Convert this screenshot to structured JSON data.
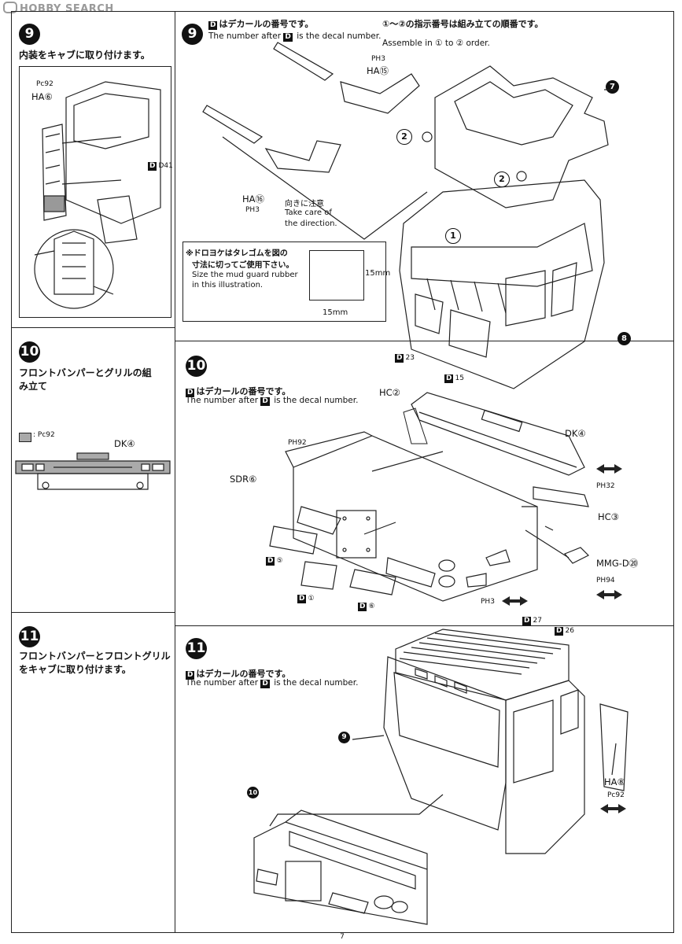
{
  "watermark": "HOBBY SEARCH",
  "page_number": "7",
  "left_column": {
    "step9": {
      "number": "9",
      "text": "内装をキャブに取り付けます。",
      "labels": [
        "Pc92",
        "HA⑥",
        "D41"
      ]
    },
    "step10": {
      "number": "10",
      "text": "フロントバンパーとグリルの組み立て",
      "legend": ": Pc92",
      "label_dk": "DK④"
    },
    "step11": {
      "number": "11",
      "text": "フロントバンパーとフロントグリルをキャブに取り付けます。"
    }
  },
  "step9": {
    "number": "9",
    "decal_note_jp": "はデカールの番号です。",
    "decal_note_en_pre": "The number after",
    "decal_note_en_post": "is the decal number.",
    "order_jp": "①～②の指示番号は組み立ての順番です。",
    "order_en": "Assemble in ① to ② order.",
    "labels": {
      "ph3_top": "PH3",
      "ha15": "HA⑮",
      "ha16": "HA⑯",
      "ph3_bottom": "PH3",
      "care_jp": "向きに注意",
      "care_en1": "Take care of",
      "care_en2": "the direction.",
      "part7": "7",
      "part8": "8",
      "d23": "23",
      "d15": "15",
      "order1": "1",
      "order2": "2"
    },
    "mud_note_jp1": "※ドロヨケはタレゴムを図の",
    "mud_note_jp2": "寸法に切ってご使用下さい。",
    "mud_note_en1": "Size the mud guard rubber",
    "mud_note_en2": "in this illustration.",
    "dim_h": "15mm",
    "dim_w": "15mm"
  },
  "step10": {
    "number": "10",
    "decal_note_jp": "はデカールの番号です。",
    "decal_note_en_pre": "The number after",
    "decal_note_en_post": "is the decal number.",
    "labels": {
      "hc2": "HC②",
      "dk4": "DK④",
      "ph92": "PH92",
      "sdr6": "SDR⑥",
      "ph32": "PH32",
      "hc3": "HC③",
      "mmgd20": "MMG-D⑳",
      "ph94": "PH94",
      "d5": "⑤",
      "d1": "①",
      "d6": "⑥",
      "ph3": "PH3"
    }
  },
  "step11": {
    "number": "11",
    "decal_note_jp": "はデカールの番号です。",
    "decal_note_en_pre": "The number after",
    "decal_note_en_post": "is the decal number.",
    "labels": {
      "d27": "27",
      "d26": "26",
      "part9": "9",
      "part10": "10",
      "ha8": "HA⑧",
      "pc92": "Pc92"
    }
  }
}
